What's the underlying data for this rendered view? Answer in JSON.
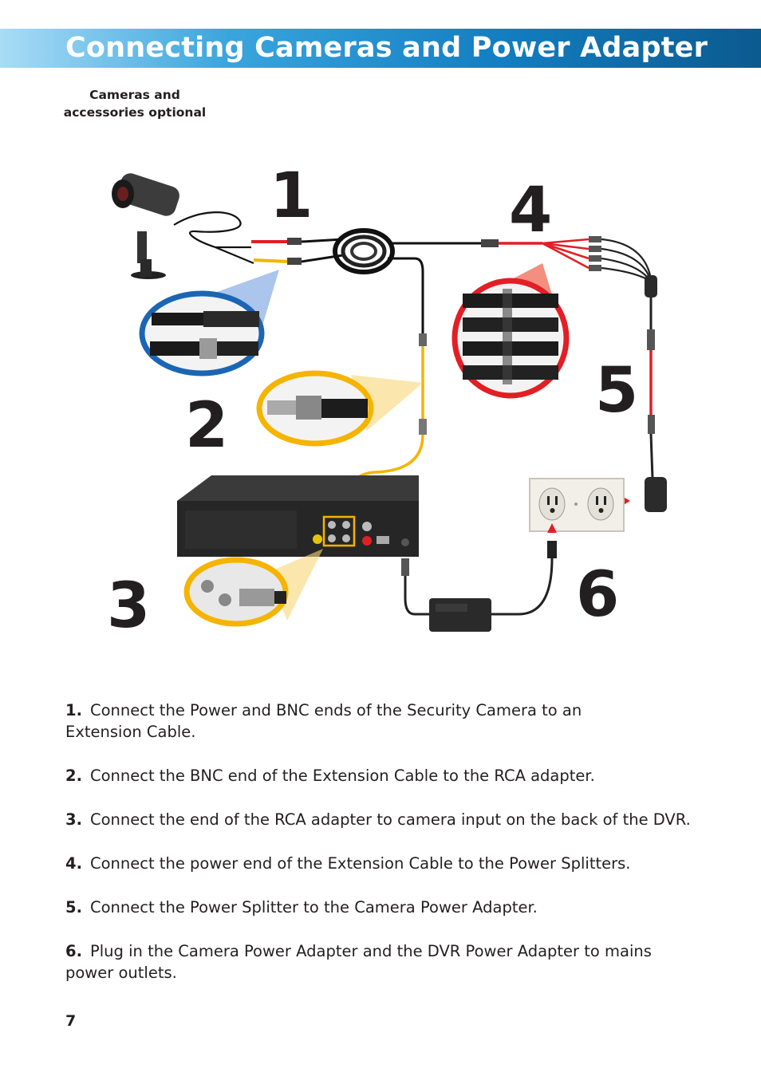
{
  "header": {
    "title": "Connecting Cameras and Power Adapter"
  },
  "note": {
    "line1": "Cameras and",
    "line2": "accessories optional"
  },
  "diagram": {
    "callouts": [
      "1",
      "2",
      "3",
      "4",
      "5",
      "6"
    ],
    "colors": {
      "blue": "#1b66b4",
      "yellow": "#f5b400",
      "red": "#e31e24",
      "banner": "#137fc2"
    }
  },
  "steps": [
    {
      "num": "1.",
      "text": "Connect the Power and BNC ends of the Security Camera to an",
      "text2": "Extension Cable."
    },
    {
      "num": "2.",
      "text": "Connect the BNC end of the Extension Cable to the RCA adapter."
    },
    {
      "num": "3.",
      "text": "Connect the end of the RCA adapter to camera input on the back of the DVR."
    },
    {
      "num": "4.",
      "text": "Connect the power end of the Extension Cable to the Power Splitters."
    },
    {
      "num": "5.",
      "text": "Connect the Power Splitter to the Camera Power Adapter."
    },
    {
      "num": "6.",
      "text": "Plug in the Camera Power Adapter and the DVR Power Adapter to mains",
      "text2": "power outlets."
    }
  ],
  "page_number": "7"
}
